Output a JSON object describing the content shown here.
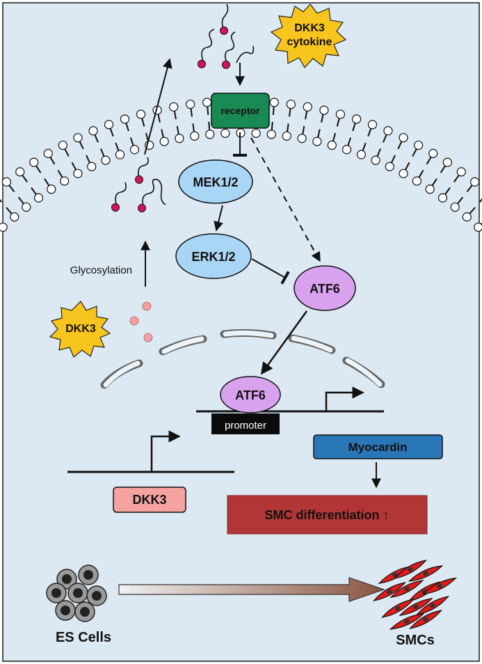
{
  "labels": {
    "dkk3_cytokine_line1": "DKK3",
    "dkk3_cytokine_line2": "cytokine",
    "receptor": "receptor",
    "mek": "MEK1/2",
    "erk": "ERK1/2",
    "atf6_cytoplasm": "ATF6",
    "atf6_nucleus": "ATF6",
    "glycosylation": "Glycosylation",
    "dkk3_star": "DKK3",
    "promoter": "promoter",
    "myocardin": "Myocardin",
    "dkk3_gene": "DKK3",
    "smc_differentiation": "SMC differentiation ↑",
    "es_cells": "ES Cells",
    "smcs": "SMCs"
  },
  "colors": {
    "background": "#dce8f2",
    "receptor": "#1a8a55",
    "mek_erk": "#a9d6f5",
    "atf6": "#d9a2ee",
    "myocardin": "#2a77b8",
    "dkk3_gene": "#f5a3a0",
    "smc_box": "#b33636",
    "star": "#f7c51e",
    "ligand": "#d4145a",
    "dkk3_dots": "#f5a0a0",
    "smc_cells": "#e01b1b",
    "es_cells": "#8c8c8c"
  }
}
